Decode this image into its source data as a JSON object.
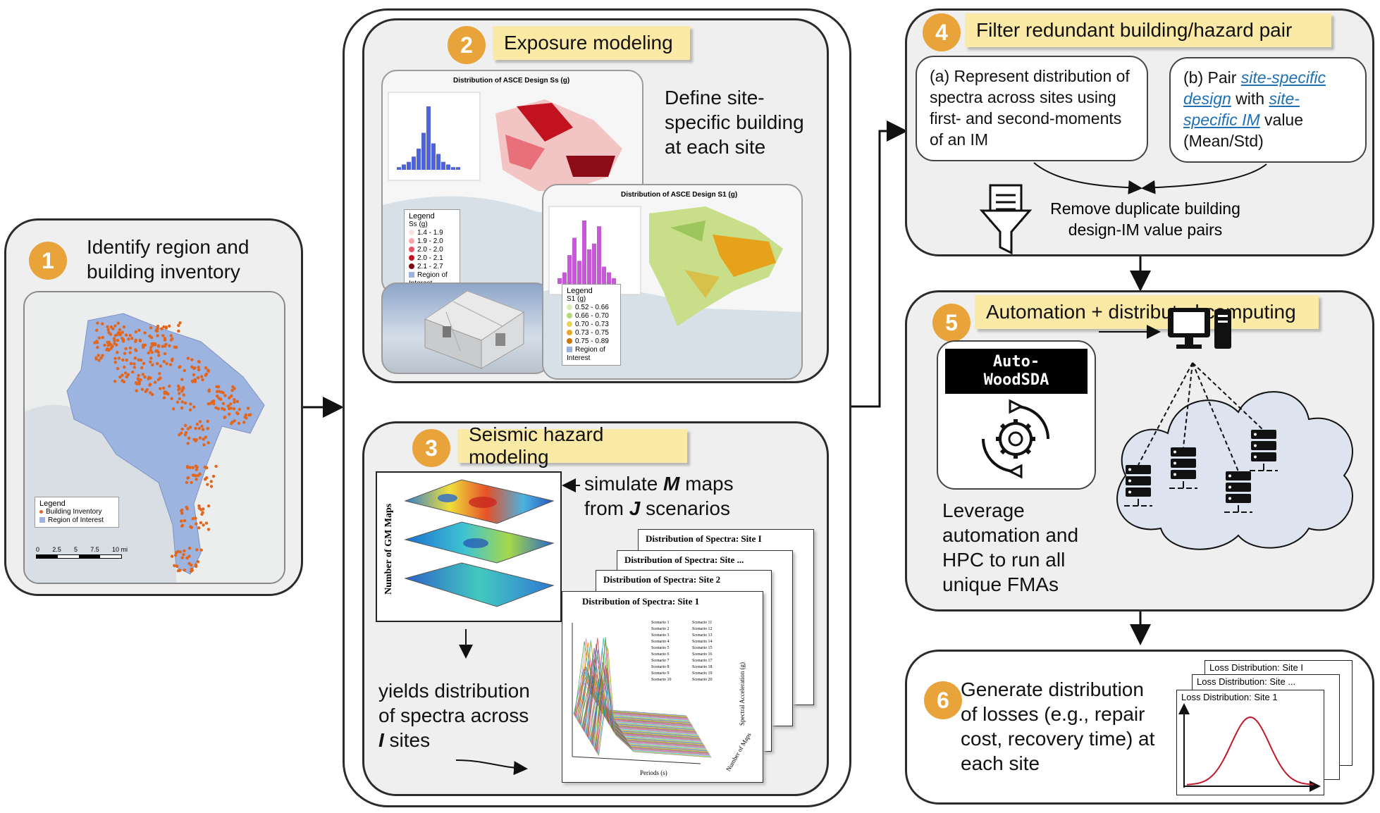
{
  "step1": {
    "number": "1",
    "title": "Identify region and building inventory",
    "legend_title": "Legend",
    "legend_item1": "Building Inventory",
    "legend_item2": "Region of Interest",
    "scale": [
      "0",
      "2.5",
      "5",
      "7.5",
      "10 mi"
    ]
  },
  "step2": {
    "number": "2",
    "title": "Exposure modeling",
    "description": "Define site-specific building at each site",
    "map1_title": "Distribution of ASCE Design Ss (g)",
    "map2_title": "Distribution of ASCE Design S1 (g)",
    "legend_title": "Legend",
    "legend1_var": "Ss (g)",
    "legend1_items": [
      "1.4 - 1.9",
      "1.9 - 2.0",
      "2.0 - 2.0",
      "2.0 - 2.1",
      "2.1 - 2.7"
    ],
    "legend2_var": "S1 (g)",
    "legend2_items": [
      "0.52 - 0.66",
      "0.66 - 0.70",
      "0.70 - 0.73",
      "0.73 - 0.75",
      "0.75 - 0.89"
    ],
    "region_label": "Region of Interest"
  },
  "step3": {
    "number": "3",
    "title": "Seismic hazard modeling",
    "simulate_text": [
      "simulate ",
      "M",
      " maps",
      "from ",
      "J",
      " scenarios"
    ],
    "yields_text": [
      "yields distribution",
      "of spectra across",
      "I",
      " sites"
    ],
    "gm_axis": "Number of GM Maps",
    "spectra_cards": [
      "Distribution of Spectra: Site I",
      "Distribution of Spectra: Site ...",
      "Distribution of Spectra: Site 2",
      "Distribution of Spectra: Site 1"
    ],
    "axis_periods": "Periods (s)",
    "axis_maps": "Number of Maps",
    "axis_sa": "Spectral Acceleration (g)",
    "scenarios": [
      "Scenario 1",
      "Scenario 2",
      "Scenario 3",
      "Scenario 4",
      "Scenario 5",
      "Scenario 6",
      "Scenario 7",
      "Scenario 8",
      "Scenario 9",
      "Scenario 10",
      "Scenario 11",
      "Scenario 12",
      "Scenario 13",
      "Scenario 14",
      "Scenario 15",
      "Scenario 16",
      "Scenario 17",
      "Scenario 18",
      "Scenario 19",
      "Scenario 20"
    ]
  },
  "step4": {
    "number": "4",
    "title": "Filter redundant building/hazard pair",
    "box_a": "(a) Represent distribution of spectra across sites using first- and second-moments of an IM",
    "box_b_prefix": "(b) Pair ",
    "box_b_link1": "site-specific design",
    "box_b_mid": " with ",
    "box_b_link2": "site-specific IM",
    "box_b_suffix": " value (Mean/Std)",
    "remove_text": "Remove duplicate building design-IM value pairs"
  },
  "step5": {
    "number": "5",
    "title": "Automation + distributed computing",
    "logo_line1": "Auto-",
    "logo_line2": "WoodSDA",
    "description": "Leverage automation and HPC to run all unique FMAs"
  },
  "step6": {
    "number": "6",
    "title": "Generate distribution of losses (e.g., repair cost, recovery time) at each site",
    "loss_cards": [
      "Loss Distribution: Site I",
      "Loss Distribution: Site ...",
      "Loss Distribution: Site 1"
    ]
  },
  "colors": {
    "badge": "#e8a33a",
    "title_band": "#fbeaa6",
    "panel_bg": "#efefef",
    "inventory_points": "#e3661d",
    "region": "#9db3e0",
    "link": "#1f6fb5",
    "loss_curve": "#c0182a"
  }
}
